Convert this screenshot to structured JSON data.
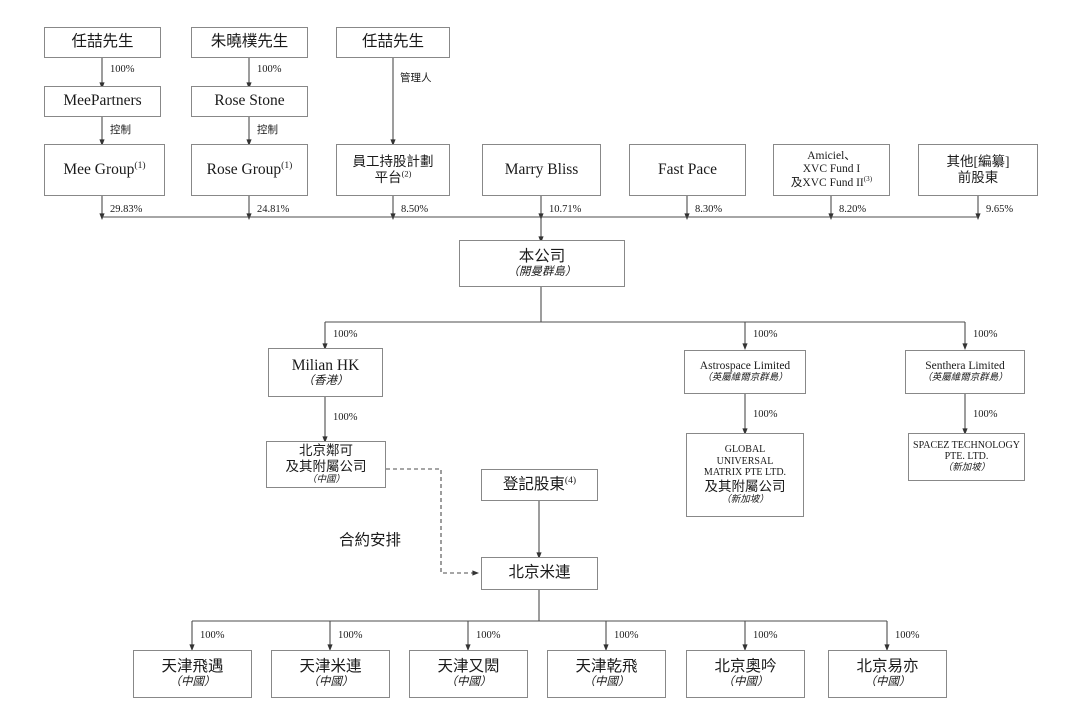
{
  "diagram": {
    "title": "Corporate shareholding structure chart",
    "colors": {
      "box_border": "#888888",
      "line": "#4d4d4d",
      "text": "#1a1a1a",
      "background": "#ffffff"
    },
    "nodes": {
      "ren_zhe_1": {
        "lines": [
          "任喆先生"
        ]
      },
      "zhu_xiaopu": {
        "lines": [
          "朱曉樸先生"
        ]
      },
      "ren_zhe_2": {
        "lines": [
          "任喆先生"
        ]
      },
      "mee_partners": {
        "lines": [
          "MeePartners"
        ]
      },
      "rose_stone": {
        "lines": [
          "Rose Stone"
        ]
      },
      "mee_group": {
        "lines": [
          "Mee Group"
        ],
        "sup": "(1)"
      },
      "rose_group": {
        "lines": [
          "Rose Group"
        ],
        "sup": "(1)"
      },
      "esop_platform": {
        "lines": [
          "員工持股計劃",
          "平台"
        ],
        "sup": "(2)"
      },
      "marry_bliss": {
        "lines": [
          "Marry Bliss"
        ]
      },
      "fast_pace": {
        "lines": [
          "Fast Pace"
        ]
      },
      "amiciel": {
        "lines": [
          "Amiciel、",
          "XVC Fund I",
          "及XVC Fund II"
        ],
        "sup": "(3)"
      },
      "other_holders": {
        "lines": [
          "其他[編纂]",
          "前股東"
        ]
      },
      "company": {
        "lines": [
          "本公司"
        ],
        "sub": "（開曼群島）"
      },
      "milian_hk": {
        "lines": [
          "Milian HK"
        ],
        "sub": "（香港）"
      },
      "astrospace": {
        "lines": [
          "Astrospace Limited"
        ],
        "sub": "（英屬維爾京群島）"
      },
      "senthera": {
        "lines": [
          "Senthera Limited"
        ],
        "sub": "（英屬維爾京群島）"
      },
      "beijing_linke": {
        "lines": [
          "北京鄰可",
          "及其附屬公司"
        ],
        "sub": "（中國）"
      },
      "global_universal": {
        "lines": [
          "GLOBAL",
          "UNIVERSAL",
          "MATRIX PTE LTD.",
          "及其附屬公司"
        ],
        "sub": "（新加坡）"
      },
      "spacez": {
        "lines": [
          "SPACEZ TECHNOLOGY",
          "PTE. LTD."
        ],
        "sub": "（新加坡）"
      },
      "registered_sh": {
        "lines": [
          "登記股東"
        ],
        "sup": "(4)"
      },
      "beijing_milian": {
        "lines": [
          "北京米連"
        ]
      },
      "tianjin_feiyu": {
        "lines": [
          "天津飛遇"
        ],
        "sub": "（中國）"
      },
      "tianjin_milian": {
        "lines": [
          "天津米連"
        ],
        "sub": "（中國）"
      },
      "tianjin_youkuo": {
        "lines": [
          "天津又閎"
        ],
        "sub": "（中國）"
      },
      "tianjin_qianfei": {
        "lines": [
          "天津乾飛"
        ],
        "sub": "（中國）"
      },
      "beijing_aoyin": {
        "lines": [
          "北京奧吟"
        ],
        "sub": "（中國）"
      },
      "beijing_yiyi": {
        "lines": [
          "北京易亦"
        ],
        "sub": "（中國）"
      }
    },
    "edge_labels": {
      "mee_100": "100%",
      "rose_100": "100%",
      "admin": "管理人",
      "mee_control": "控制",
      "rose_control": "控制",
      "mee_group_pct": "29.83%",
      "rose_group_pct": "24.81%",
      "esop_pct": "8.50%",
      "marry_bliss_pct": "10.71%",
      "fast_pace_pct": "8.30%",
      "amiciel_pct": "8.20%",
      "other_pct": "9.65%",
      "to_milian_hk": "100%",
      "to_astrospace": "100%",
      "to_senthera": "100%",
      "to_beijing_linke": "100%",
      "to_global_universal": "100%",
      "to_spacez": "100%",
      "contractual": "合約安排",
      "to_tianjin_feiyu": "100%",
      "to_tianjin_milian": "100%",
      "to_tianjin_youkuo": "100%",
      "to_tianjin_qianfei": "100%",
      "to_beijing_aoyin": "100%",
      "to_beijing_yiyi": "100%"
    }
  }
}
